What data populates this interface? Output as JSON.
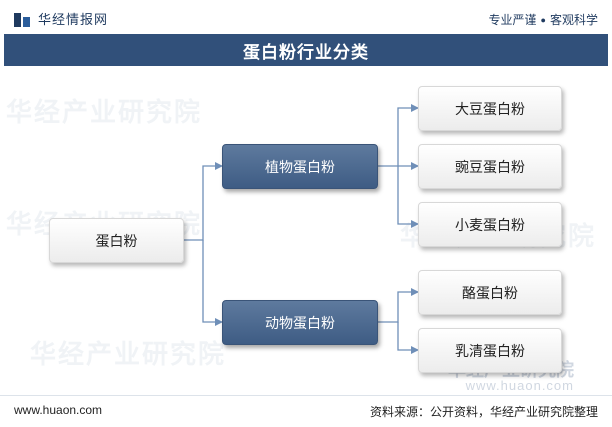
{
  "header": {
    "brand_name": "华经情报网",
    "tagline_left": "专业严谨",
    "tagline_dot": "●",
    "tagline_right": "客观科学"
  },
  "title": "蛋白粉行业分类",
  "tree": {
    "root": "蛋白粉",
    "branches": [
      {
        "label": "植物蛋白粉",
        "children": [
          "大豆蛋白粉",
          "豌豆蛋白粉",
          "小麦蛋白粉"
        ]
      },
      {
        "label": "动物蛋白粉",
        "children": [
          "酪蛋白粉",
          "乳清蛋白粉"
        ]
      }
    ]
  },
  "watermark": {
    "text": "华经产业研究院",
    "url": "www.huaon.com"
  },
  "footer": {
    "website": "www.huaon.com",
    "source": "资料来源：公开资料，华经产业研究院整理"
  },
  "colors": {
    "accent": "#31507a",
    "node_dark": "#4a6890",
    "connector": "#6f8fb8"
  }
}
